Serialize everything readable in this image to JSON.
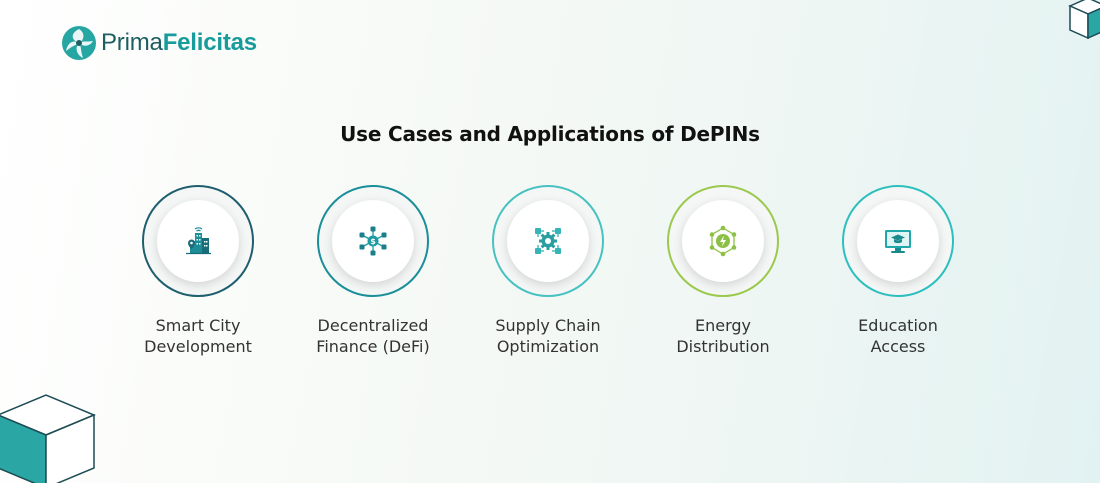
{
  "brand": {
    "part1": "Prima",
    "part2": "Felicitas",
    "icon": "prima-felicitas-logo-icon"
  },
  "title": "Use Cases and Applications of DePINs",
  "items": [
    {
      "line1": "Smart City",
      "line2": "Development",
      "icon": "smart-city-icon",
      "ring_color": "#1f5e6e",
      "icon_color": "#1e8d9a"
    },
    {
      "line1": "Decentralized",
      "line2": "Finance (DeFi)",
      "icon": "defi-network-icon",
      "ring_color": "#1a8e99",
      "icon_color": "#1f9aa3"
    },
    {
      "line1": "Supply Chain",
      "line2": "Optimization",
      "icon": "supply-chain-gear-icon",
      "ring_color": "#48c2c1",
      "icon_color": "#37b4b6"
    },
    {
      "line1": "Energy",
      "line2": "Distribution",
      "icon": "energy-network-icon",
      "ring_color": "#9bc94e",
      "icon_color": "#8dc046"
    },
    {
      "line1": "Education",
      "line2": "Access",
      "icon": "education-monitor-icon",
      "ring_color": "#2dbfbe",
      "icon_color": "#1fa7a9"
    }
  ],
  "colors": {
    "accent": "#179b9b",
    "dark_teal": "#1d5f60",
    "lime": "#8dc046"
  }
}
